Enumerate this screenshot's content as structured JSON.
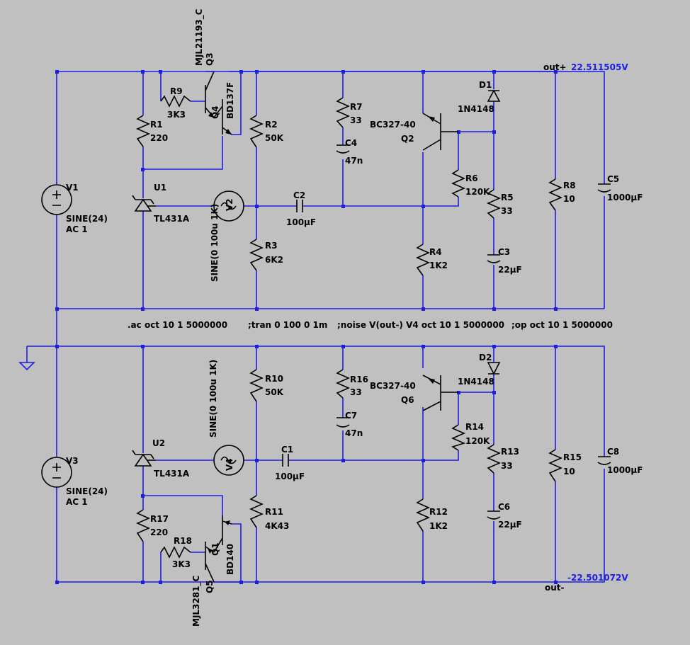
{
  "nets": {
    "out_pos": "out+",
    "out_neg": "out-",
    "v_pos": "22.511505V",
    "v_neg": "-22.501072V"
  },
  "directives": {
    "ac": ".ac oct 10 1 5000000",
    "tran": ";tran 0 100 0 1m",
    "noise": ";noise V(out-) V4 oct 10 1 5000000",
    "op": ";op oct 10 1 5000000"
  },
  "top": {
    "V1": {
      "name": "V1",
      "value": "SINE(24)",
      "ac": "AC 1"
    },
    "U1": {
      "name": "U1",
      "value": "TL431A"
    },
    "R1": {
      "name": "R1",
      "value": "220"
    },
    "R9": {
      "name": "R9",
      "value": "3K3"
    },
    "Q3": {
      "name": "Q3",
      "value": "MJL21193_C"
    },
    "Q4": {
      "name": "Q4",
      "value": "BD137F"
    },
    "R2": {
      "name": "R2",
      "value": "50K"
    },
    "R3": {
      "name": "R3",
      "value": "6K2"
    },
    "V2": {
      "name": "V2",
      "value": "SINE(0 100u 1K)"
    },
    "C2": {
      "name": "C2",
      "value": "100µF"
    },
    "R7": {
      "name": "R7",
      "value": "33"
    },
    "C4": {
      "name": "C4",
      "value": "47n"
    },
    "Q2": {
      "name": "Q2",
      "value": "BC327-40"
    },
    "R6": {
      "name": "R6",
      "value": "120K"
    },
    "R4": {
      "name": "R4",
      "value": "1K2"
    },
    "D1": {
      "name": "D1",
      "value": "1N4148"
    },
    "R5": {
      "name": "R5",
      "value": "33"
    },
    "C3": {
      "name": "C3",
      "value": "22µF"
    },
    "R8": {
      "name": "R8",
      "value": "10"
    },
    "C5": {
      "name": "C5",
      "value": "1000µF"
    }
  },
  "bottom": {
    "V3": {
      "name": "V3",
      "value": "SINE(24)",
      "ac": "AC 1"
    },
    "U2": {
      "name": "U2",
      "value": "TL431A"
    },
    "R17": {
      "name": "R17",
      "value": "220"
    },
    "R18": {
      "name": "R18",
      "value": "3K3"
    },
    "Q5": {
      "name": "Q5",
      "value": "MJL3281_C"
    },
    "Q1": {
      "name": "Q1",
      "value": "BD140"
    },
    "R10": {
      "name": "R10",
      "value": "50K"
    },
    "R11": {
      "name": "R11",
      "value": "4K43"
    },
    "V4": {
      "name": "V4",
      "value": "SINE(0 100u 1K)"
    },
    "C1": {
      "name": "C1",
      "value": "100µF"
    },
    "R16": {
      "name": "R16",
      "value": "33"
    },
    "C7": {
      "name": "C7",
      "value": "47n"
    },
    "Q6": {
      "name": "Q6",
      "value": "BC327-40"
    },
    "R14": {
      "name": "R14",
      "value": "120K"
    },
    "R12": {
      "name": "R12",
      "value": "1K2"
    },
    "D2": {
      "name": "D2",
      "value": "1N4148"
    },
    "R13": {
      "name": "R13",
      "value": "33"
    },
    "C6": {
      "name": "C6",
      "value": "22µF"
    },
    "R15": {
      "name": "R15",
      "value": "10"
    },
    "C8": {
      "name": "C8",
      "value": "1000µF"
    }
  }
}
